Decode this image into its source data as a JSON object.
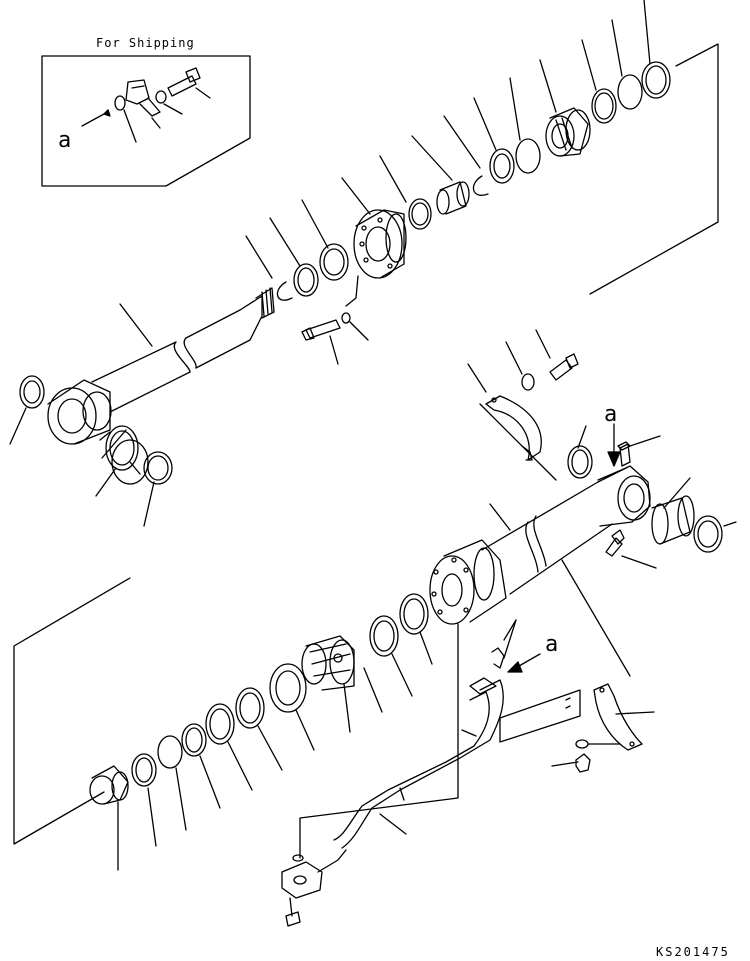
{
  "inset": {
    "title": "For Shipping"
  },
  "callouts": {
    "a_inset": "a",
    "a_upper": "a",
    "a_lower": "a"
  },
  "footer": {
    "drawing_code": "KS201475"
  },
  "colors": {
    "line": "#000000",
    "background": "#ffffff"
  }
}
